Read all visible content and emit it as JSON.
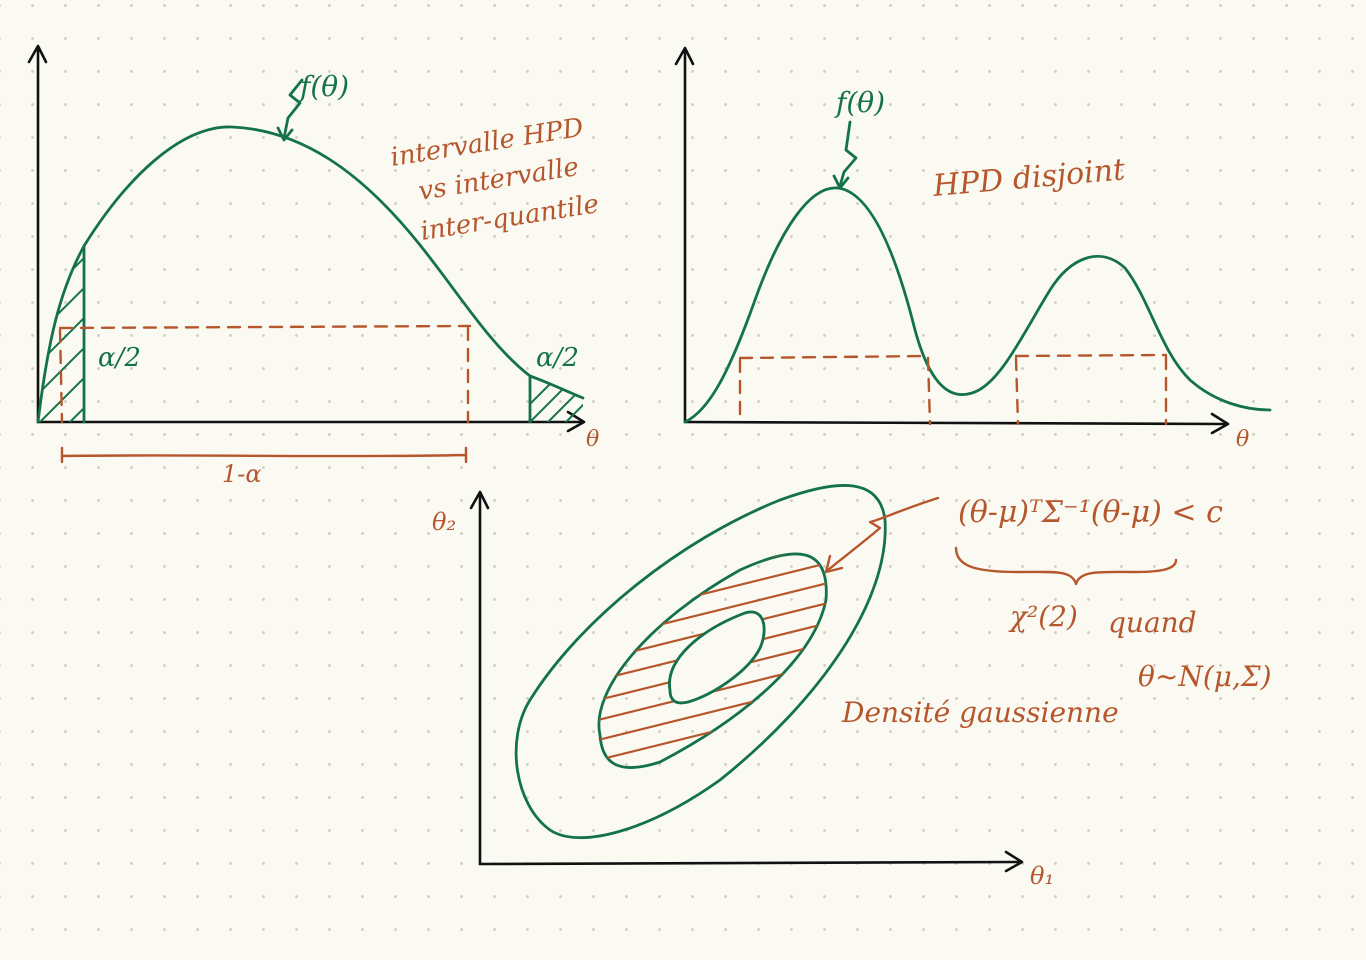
{
  "panel_left": {
    "curve_label": "f(θ)",
    "title_lines": [
      "intervalle HPD",
      "vs intervalle",
      "inter-quantile"
    ],
    "tail_left_label": "α/2",
    "tail_right_label": "α/2",
    "span_label": "1-α",
    "axis_label": "θ"
  },
  "panel_right": {
    "curve_label": "f(θ)",
    "title": "HPD disjoint",
    "axis_label": "θ"
  },
  "panel_bottom": {
    "y_axis_label": "θ₂",
    "x_axis_label": "θ₁",
    "formula": "(θ-μ)ᵀΣ⁻¹(θ-μ) < c",
    "chi_label": "χ²(2)",
    "quand_label": "quand",
    "dist_label": "θ~N(μ,Σ)",
    "caption": "Densité gaussienne"
  },
  "colors": {
    "green": "#14724b",
    "orange": "#b5562c",
    "black": "#111111",
    "paper": "#fbfaf2"
  }
}
